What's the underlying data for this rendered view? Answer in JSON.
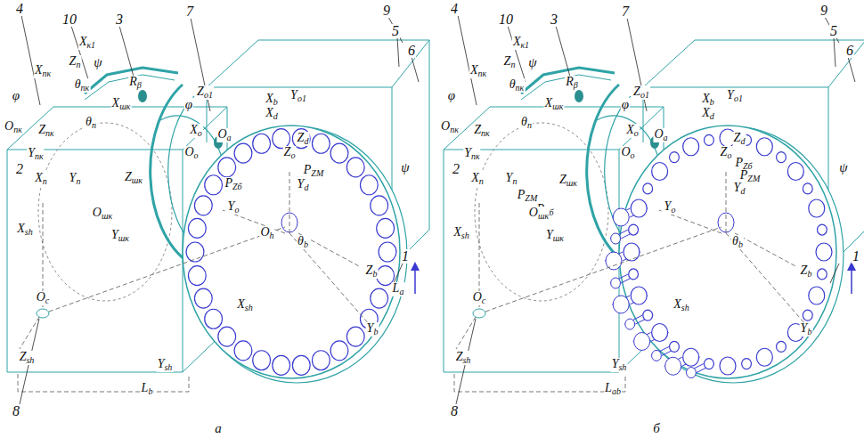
{
  "diagram": {
    "labels": [
      "4",
      "10",
      "3",
      "7",
      "9",
      "5",
      "6",
      "Xк1",
      "Zn",
      "ψ",
      "Xпк",
      "θпк",
      "Rβ",
      "Xшк",
      "φ",
      "φ",
      "Zo1",
      "Xb",
      "Xd",
      "Yo1",
      "Oпк",
      "Zпк",
      "θn",
      "Xo",
      "Oa",
      "Oo",
      "Zd",
      "Zo",
      "PZб",
      "PZM",
      "Yd",
      "ψ",
      "2",
      "Yпк",
      "Xn",
      "Yn",
      "Zшк",
      "Yo",
      "Oшк",
      "Xsh",
      "Yшк",
      "Oh",
      "θb",
      "1",
      "Zb",
      "La",
      "Xsh",
      "Oc",
      "Yb",
      "Zsh",
      "Ysh",
      "Lb",
      "8",
      "а",
      "4",
      "10",
      "3",
      "7",
      "9",
      "5",
      "6",
      "Xк1",
      "Zn",
      "ψ",
      "Xпк",
      "θпк",
      "Rβ",
      "Xшк",
      "φ",
      "φ",
      "Zo1",
      "Xb",
      "Xd",
      "Yo1",
      "Oпк",
      "Zпк",
      "θn",
      "Xo",
      "Oa",
      "Oo",
      "Zd",
      "Zo",
      "PZб",
      "PZM",
      "Yd",
      "ψ",
      "2",
      "Yпк",
      "Xn",
      "Yn",
      "Zшк",
      "PZM",
      "PZб",
      "Yo",
      "Oшк",
      "Xsh",
      "Yшк",
      "θb",
      "1",
      "Zb",
      "Xsh",
      "Oc",
      "Yb",
      "Zsh",
      "Ysh",
      "Lab",
      "8",
      "б"
    ]
  }
}
